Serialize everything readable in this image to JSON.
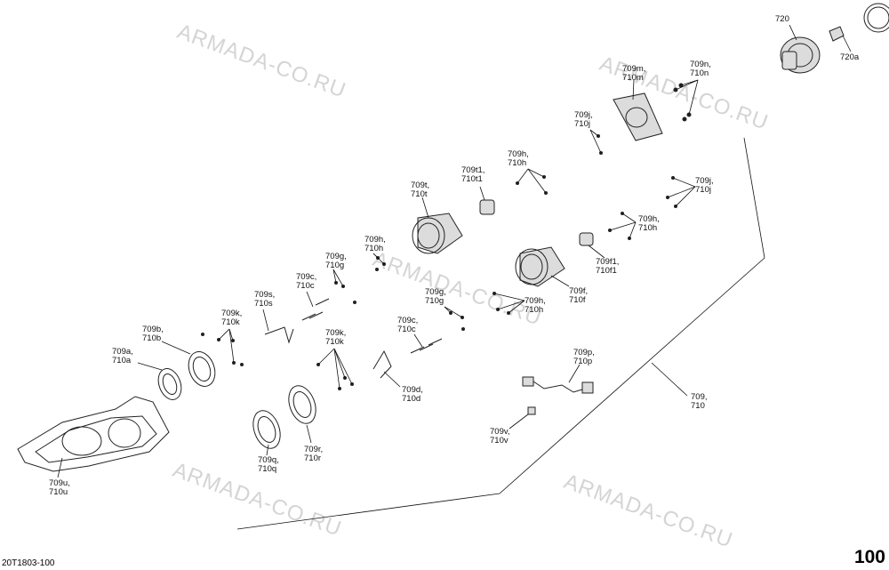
{
  "watermark": "ARMADA-CO.RU",
  "page_number": "100",
  "drawing_ref": "20T1803-100",
  "callouts": [
    {
      "id": "c720",
      "l1": "720",
      "l2": ""
    },
    {
      "id": "c720a",
      "l1": "720a",
      "l2": ""
    },
    {
      "id": "c709m",
      "l1": "709m,",
      "l2": "710m"
    },
    {
      "id": "c709n",
      "l1": "709n,",
      "l2": "710n"
    },
    {
      "id": "c709j1",
      "l1": "709j,",
      "l2": "710j"
    },
    {
      "id": "c709j2",
      "l1": "709j,",
      "l2": "710j"
    },
    {
      "id": "c709h1",
      "l1": "709h,",
      "l2": "710h"
    },
    {
      "id": "c709t1",
      "l1": "709t1,",
      "l2": "710t1"
    },
    {
      "id": "c709t",
      "l1": "709t,",
      "l2": "710t"
    },
    {
      "id": "c709h2",
      "l1": "709h,",
      "l2": "710h"
    },
    {
      "id": "c709h3",
      "l1": "709h,",
      "l2": "710h"
    },
    {
      "id": "c709f1",
      "l1": "709f1,",
      "l2": "710f1"
    },
    {
      "id": "c709f",
      "l1": "709f,",
      "l2": "710f"
    },
    {
      "id": "c709h4",
      "l1": "709h,",
      "l2": "710h"
    },
    {
      "id": "c709g1",
      "l1": "709g,",
      "l2": "710g"
    },
    {
      "id": "c709g2",
      "l1": "709g,",
      "l2": "710g"
    },
    {
      "id": "c709c1",
      "l1": "709c,",
      "l2": "710c"
    },
    {
      "id": "c709c2",
      "l1": "709c,",
      "l2": "710c"
    },
    {
      "id": "c709s",
      "l1": "709s,",
      "l2": "710s"
    },
    {
      "id": "c709k1",
      "l1": "709k,",
      "l2": "710k"
    },
    {
      "id": "c709k2",
      "l1": "709k,",
      "l2": "710k"
    },
    {
      "id": "c709b",
      "l1": "709b,",
      "l2": "710b"
    },
    {
      "id": "c709a",
      "l1": "709a,",
      "l2": "710a"
    },
    {
      "id": "c709d",
      "l1": "709d,",
      "l2": "710d"
    },
    {
      "id": "c709p",
      "l1": "709p,",
      "l2": "710p"
    },
    {
      "id": "c709",
      "l1": "709,",
      "l2": "710"
    },
    {
      "id": "c709v",
      "l1": "709v,",
      "l2": "710v"
    },
    {
      "id": "c709q",
      "l1": "709q,",
      "l2": "710q"
    },
    {
      "id": "c709r",
      "l1": "709r,",
      "l2": "710r"
    },
    {
      "id": "c709u",
      "l1": "709u,",
      "l2": "710u"
    }
  ]
}
